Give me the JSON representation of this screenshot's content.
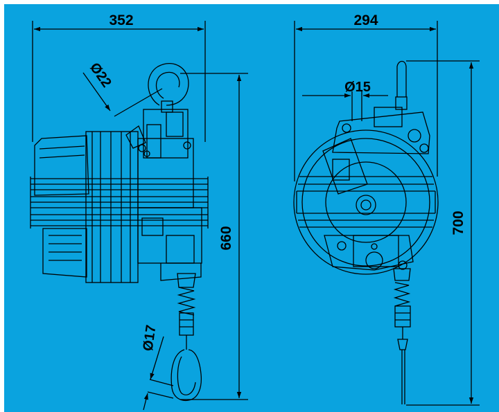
{
  "colors": {
    "background": "#0aa3df",
    "line": "#000000",
    "frame": "#ffffff"
  },
  "side_view": {
    "width_label": "352",
    "height_label": "660",
    "hook_diameter_label": "Ø22",
    "snap_hook_diameter_label": "Ø17"
  },
  "front_view": {
    "width_label": "294",
    "height_label": "700",
    "cable_diameter_label": "Ø15"
  }
}
